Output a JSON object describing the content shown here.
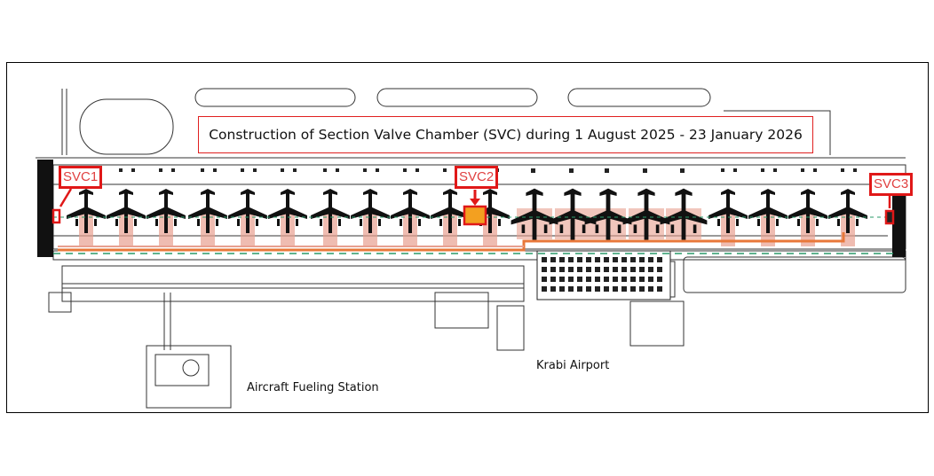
{
  "title": "Construction of Section Valve Chamber (SVC) during 1 August 2025 - 23 January 2026",
  "markers": [
    {
      "label": "SVC1"
    },
    {
      "label": "SVC2"
    },
    {
      "label": "SVC3"
    }
  ],
  "labels": {
    "airport": "Krabi Airport",
    "fueling_station": "Aircraft Fueling Station"
  },
  "colors": {
    "highlight": "#e01818",
    "pipeline": "#e8783a",
    "stand": "#e8a090",
    "green": "#2a9a6a"
  }
}
